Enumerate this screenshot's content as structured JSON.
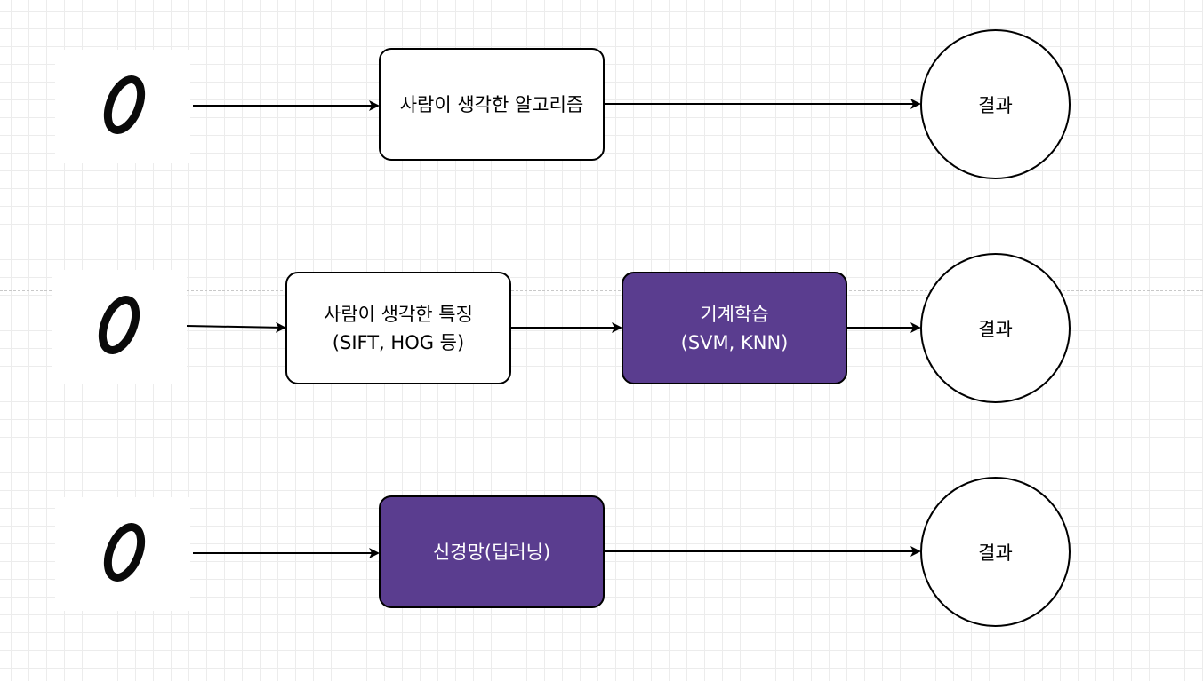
{
  "digit_label": "0",
  "rows": [
    {
      "steps": [
        {
          "lines": [
            "사람이 생각한 알고리즘"
          ],
          "style": "white"
        }
      ],
      "result": "결과"
    },
    {
      "steps": [
        {
          "lines": [
            "사람이 생각한 특징",
            "(SIFT, HOG 등)"
          ],
          "style": "white"
        },
        {
          "lines": [
            "기계학습",
            "(SVM, KNN)"
          ],
          "style": "purple"
        }
      ],
      "result": "결과"
    },
    {
      "steps": [
        {
          "lines": [
            "신경망(딥러닝)"
          ],
          "style": "purple"
        }
      ],
      "result": "결과"
    }
  ],
  "colors": {
    "purple_fill": "#5a3d8f",
    "stroke": "#000000",
    "grid": "#ececec"
  }
}
